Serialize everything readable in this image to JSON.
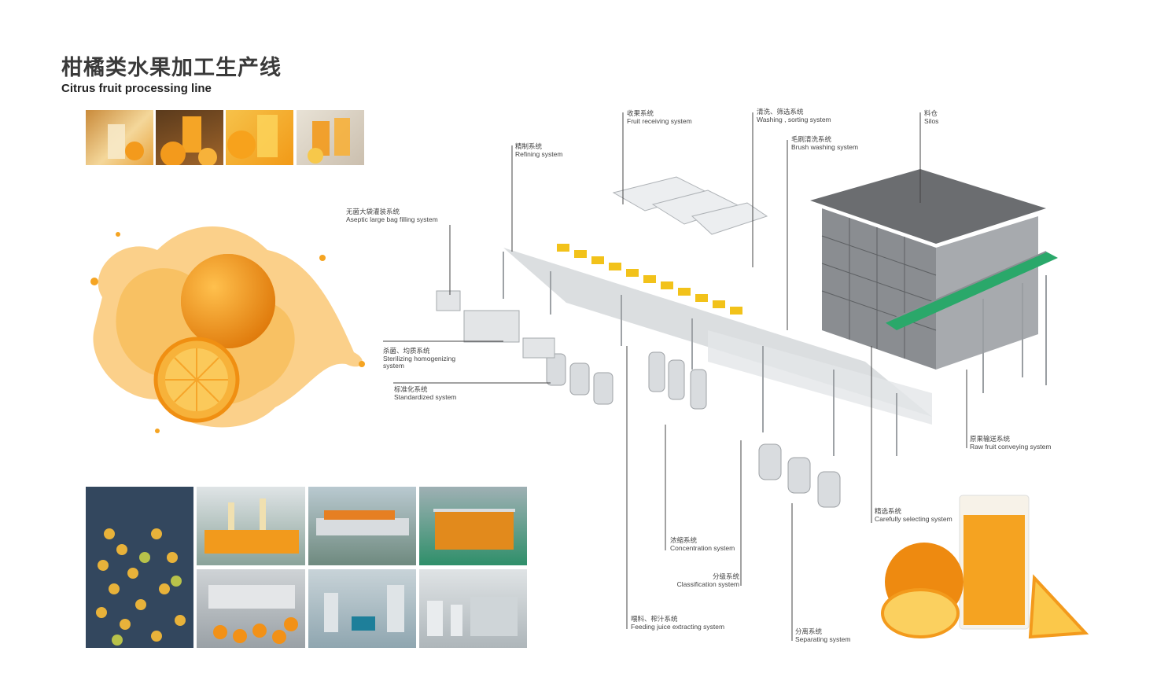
{
  "header": {
    "title_cn": "柑橘类水果加工生产线",
    "title_en": "Citrus fruit processing line"
  },
  "labels": {
    "fruit_receiving": {
      "cn": "收果系统",
      "en": "Fruit receiving system"
    },
    "washing_sorting": {
      "cn": "清洗、筛选系统",
      "en": "Washing , sorting system"
    },
    "silos": {
      "cn": "料仓",
      "en": "Silos"
    },
    "brush_washing": {
      "cn": "毛刷清洗系统",
      "en": "Brush washing system"
    },
    "refining": {
      "cn": "精制系统",
      "en": "Refining system"
    },
    "aseptic": {
      "cn": "无菌大袋灌装系统",
      "en": "Aseptic large bag filling system"
    },
    "sterilizing": {
      "cn": "杀菌、均质系统",
      "en": "Sterilizing homogenizing",
      "en2": "system"
    },
    "standardized": {
      "cn": "标准化系统",
      "en": "Standardized  system"
    },
    "raw_fruit": {
      "cn": "原果输送系统",
      "en": "Raw fruit conveying system"
    },
    "selecting": {
      "cn": "精选系统",
      "en": "Carefully selecting system"
    },
    "concentration": {
      "cn": "浓缩系统",
      "en": "Concentration system"
    },
    "classification": {
      "cn": "分级系统",
      "en": "Classification system"
    },
    "feeding": {
      "cn": "喂料、榨汁系统",
      "en": "Feeding juice extracting system"
    },
    "separating": {
      "cn": "分离系统",
      "en": "Separating system"
    }
  },
  "colors": {
    "orange": "#f39a1c",
    "steel": "#b9bcc0",
    "green_belt": "#2aa86a",
    "dark_roof": "#6b6d70"
  }
}
